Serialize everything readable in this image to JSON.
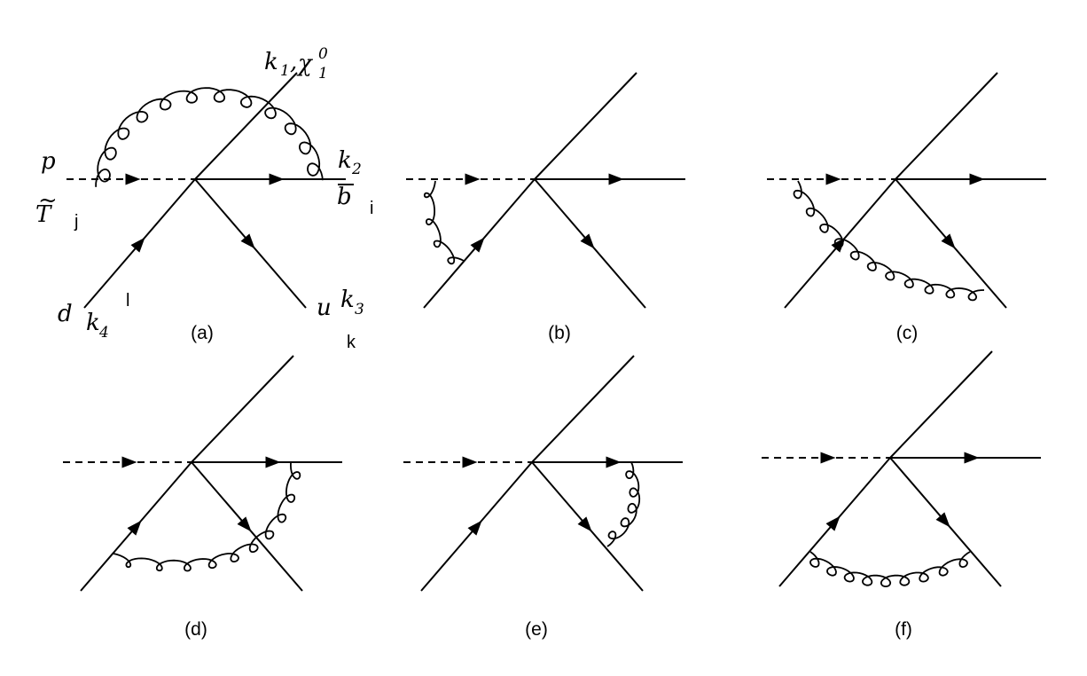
{
  "panels": [
    {
      "caption": "(a)",
      "gluon": "self"
    },
    {
      "caption": "(b)",
      "gluon": "scalar-down"
    },
    {
      "caption": "(c)",
      "gluon": "scalar-up"
    },
    {
      "caption": "(d)",
      "gluon": "down-bottom"
    },
    {
      "caption": "(e)",
      "gluon": "bottom-up"
    },
    {
      "caption": "(f)",
      "gluon": "down-up"
    }
  ],
  "labels": {
    "p": "p",
    "T": "T",
    "tilde": "~",
    "j": "j",
    "k1": "k",
    "k1_sub": "1",
    "comma": ",",
    "chi": "χ",
    "chi_sup": "0",
    "chi_sub": "1",
    "k2": "k",
    "k2_sub": "2",
    "b": "b",
    "i": "i",
    "d": "d",
    "k4": "k",
    "k4_sub": "4",
    "l": "l",
    "u": "u",
    "k3": "k",
    "k3_sub": "3",
    "k": "k"
  }
}
